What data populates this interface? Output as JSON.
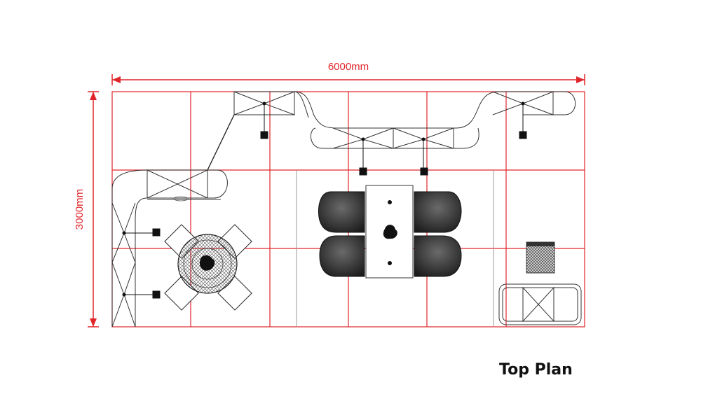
{
  "dimensions": {
    "width_label": "6000mm",
    "height_label": "3000mm"
  },
  "title": "Top Plan",
  "colors": {
    "dimension": "#e0262b",
    "grid": "#e0262b",
    "structure": "#222222",
    "furniture": "#2b2b2b"
  }
}
